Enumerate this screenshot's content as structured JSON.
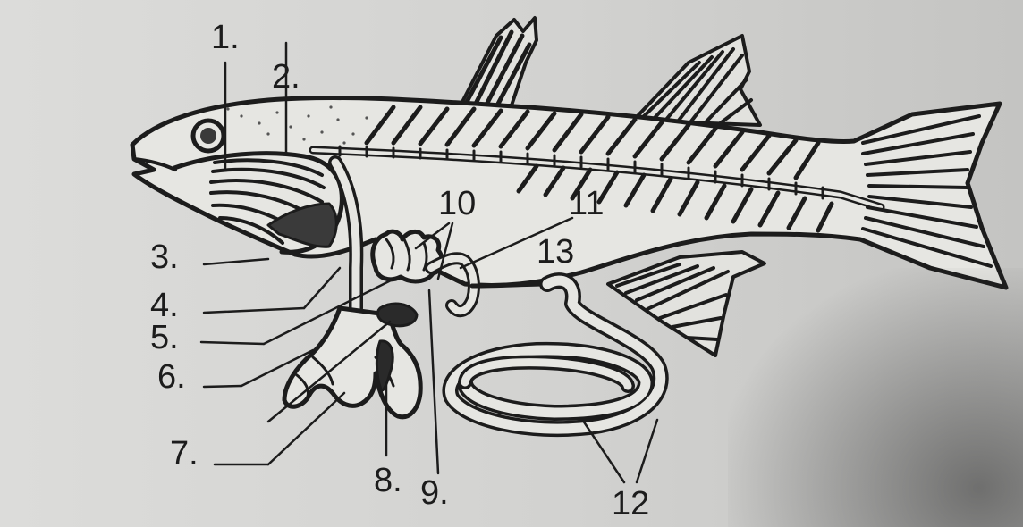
{
  "labels": {
    "l1": "1.",
    "l2": "2.",
    "l3": "3.",
    "l4": "4.",
    "l5": "5.",
    "l6": "6.",
    "l7": "7.",
    "l8": "8.",
    "l9": "9.",
    "l10": "10",
    "l11": "11",
    "l12": "12",
    "l13": "13"
  },
  "colors": {
    "ink": "#1c1c1c",
    "paper": "#d6d6d4",
    "fish_fill": "#e6e6e2"
  }
}
